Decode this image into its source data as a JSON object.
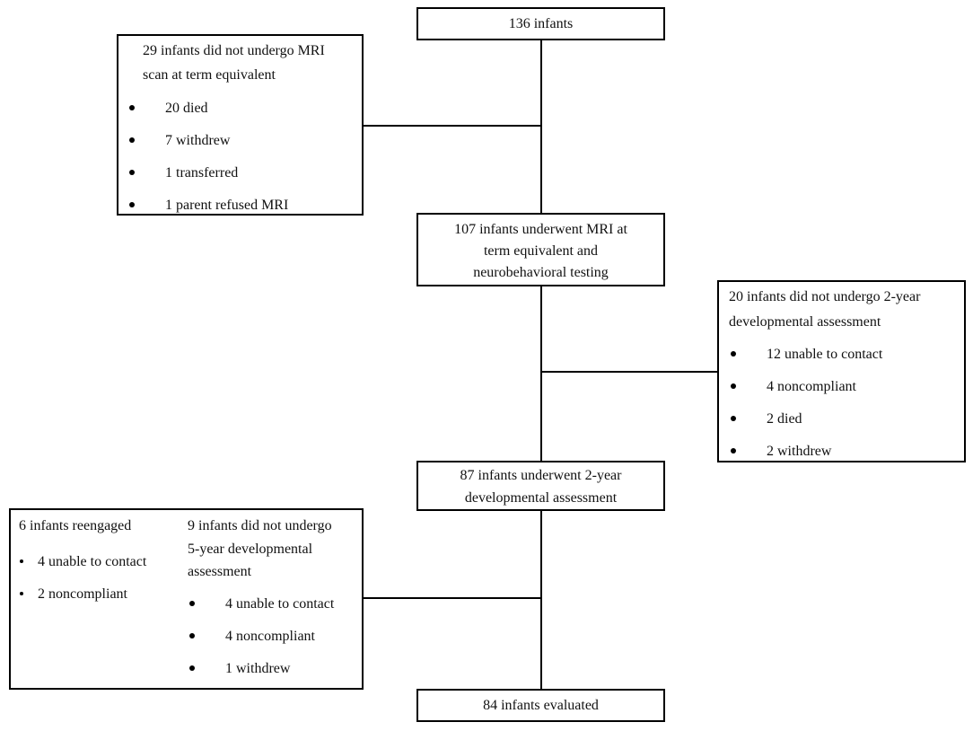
{
  "flow": {
    "start": {
      "label": "136 infants"
    },
    "excluded_mri": {
      "heading": [
        "29 infants  did not undergo  MRI",
        "scan at term  equivalent"
      ],
      "items": [
        "20 died",
        "7 withdrew",
        "1 transferred",
        "1 parent  refused  MRI"
      ]
    },
    "mri": {
      "lines": [
        "107 infants  underwent  MRI at",
        "term equivalent  and",
        "neurobehavioral  testing"
      ]
    },
    "excluded_2yr": {
      "heading": [
        "20 infants  did not undergo  2-year",
        "developmental  assessment"
      ],
      "items": [
        "12 unable to contact",
        "4 noncompliant",
        "2 died",
        "2 withdrew"
      ]
    },
    "two_year": {
      "lines": [
        "87 infants underwent  2-year",
        "developmental  assessment"
      ]
    },
    "reengaged": {
      "heading": "6 infants  reengaged",
      "items": [
        "4 unable  to contact",
        "2 noncompliant"
      ]
    },
    "excluded_5yr": {
      "heading": [
        "9 infants  did not undergo",
        "5-year developmental",
        "assessment"
      ],
      "items": [
        "4 unable  to contact",
        "4 noncompliant",
        "1 withdrew"
      ]
    },
    "final": {
      "label": "84 infants  evaluated"
    }
  }
}
